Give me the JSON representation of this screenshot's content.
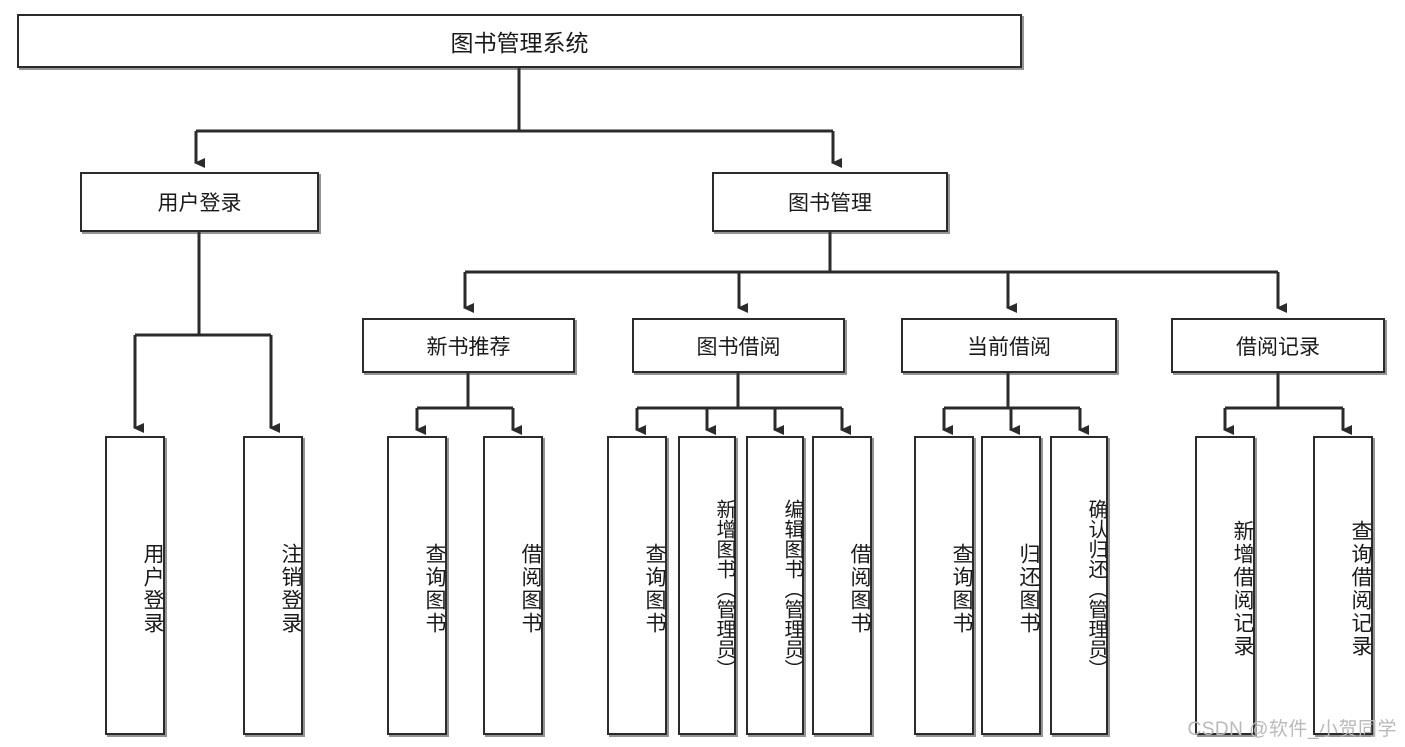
{
  "diagram": {
    "title": "图书管理系统",
    "type": "tree-hierarchy-diagram",
    "colors": {
      "box_border": "#2b2b2b",
      "box_fill": "#ffffff",
      "line": "#2b2b2b",
      "text": "#1a1a1a",
      "watermark": "#b9b9b9",
      "background": "#ffffff"
    },
    "root": {
      "label": "图书管理系统"
    },
    "level2": [
      {
        "label": "用户登录"
      },
      {
        "label": "图书管理"
      }
    ],
    "level3": [
      {
        "label": "新书推荐"
      },
      {
        "label": "图书借阅"
      },
      {
        "label": "当前借阅"
      },
      {
        "label": "借阅记录"
      }
    ],
    "leaves": {
      "user_login": [
        {
          "label": "用户登录"
        },
        {
          "label": "注销登录"
        }
      ],
      "new_book_recommend": [
        {
          "label": "查询图书"
        },
        {
          "label": "借阅图书"
        }
      ],
      "book_borrow": [
        {
          "label": "查询图书"
        },
        {
          "label": "新增图书（管理员）"
        },
        {
          "label": "编辑图书（管理员）"
        },
        {
          "label": "借阅图书"
        }
      ],
      "current_borrow": [
        {
          "label": "查询图书"
        },
        {
          "label": "归还图书"
        },
        {
          "label": "确认归还（管理员）"
        }
      ],
      "borrow_record": [
        {
          "label": "新增借阅记录"
        },
        {
          "label": "查询借阅记录"
        }
      ]
    }
  },
  "watermark": {
    "text": "CSDN @软件_小贺同学"
  }
}
